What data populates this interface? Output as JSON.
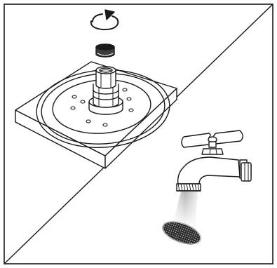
{
  "figure": {
    "type": "instruction-illustration",
    "panels": [
      {
        "name": "upper-left",
        "depicts": "plate-with-threaded-fitting",
        "parts": [
          "rotate-arrow-icon",
          "cap",
          "threaded-fitting",
          "mounting-plate",
          "mount-holes"
        ]
      },
      {
        "name": "lower-right",
        "depicts": "faucet-rinsing-screen",
        "parts": [
          "faucet",
          "handle",
          "water-stream",
          "mesh-screen"
        ]
      }
    ],
    "colors": {
      "outline": "#1a1a1a",
      "fill": "#ffffff",
      "cap_fill": "#3a3a3a",
      "mesh_fill": "#2a2a2a",
      "water_light": "#e8e8e8",
      "water_dark": "#a8a8a8"
    }
  }
}
